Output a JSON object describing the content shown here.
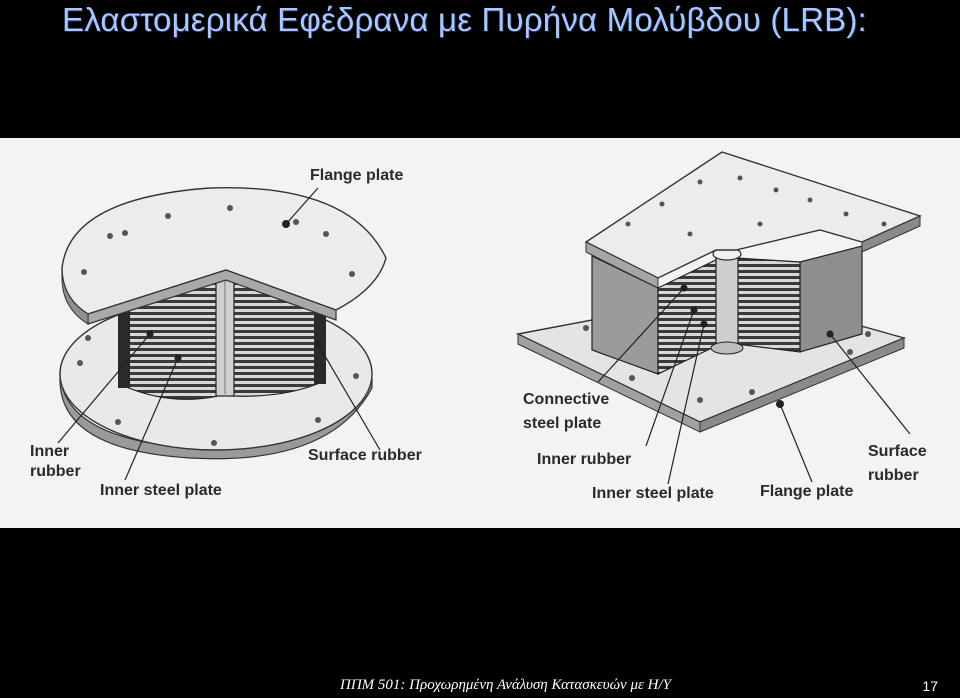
{
  "slide": {
    "title": "Ελαστομερικά Εφέδρανα με Πυρήνα Μολύβδου (LRB):",
    "footer": "ΠΠΜ 501: Προχωρημένη Ανάλυση Κατασκευών με Η/Υ",
    "page_number": "17"
  },
  "diagram": {
    "left": {
      "flange_plate": "Flange plate",
      "inner_rubber_1": "Inner",
      "inner_rubber_2": "rubber",
      "surface_rubber": "Surface rubber",
      "inner_steel_plate": "Inner steel plate"
    },
    "right": {
      "connective_1": "Connective",
      "connective_2": "steel plate",
      "inner_rubber": "Inner rubber",
      "inner_steel_plate": "Inner steel plate",
      "flange_plate": "Flange plate",
      "surface_rubber_1": "Surface",
      "surface_rubber_2": "rubber"
    }
  }
}
